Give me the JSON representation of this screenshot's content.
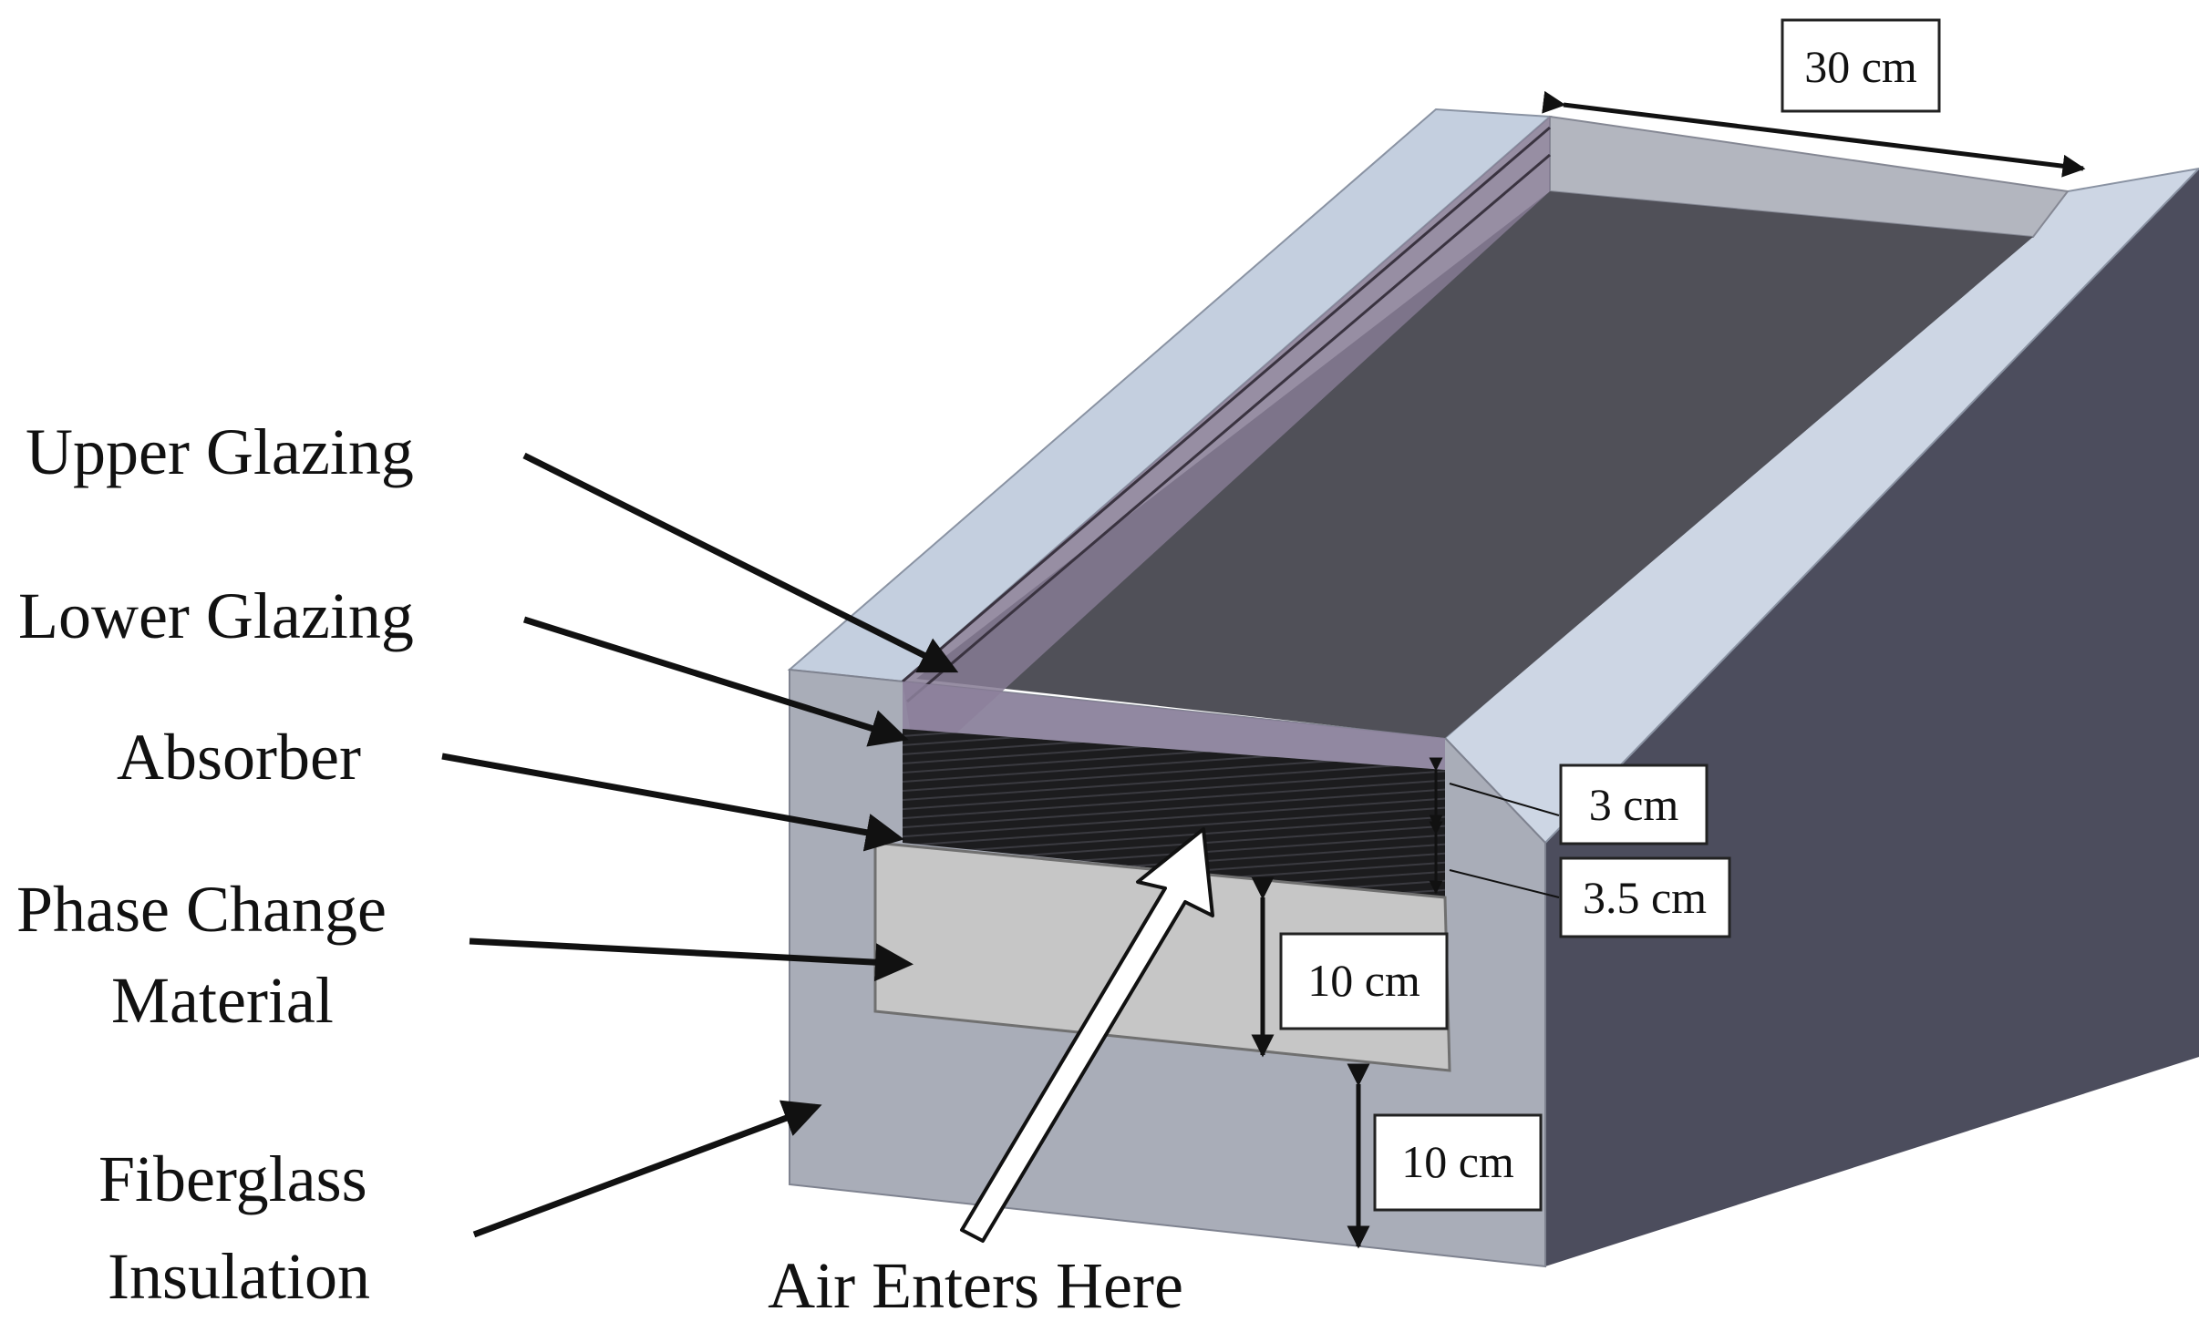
{
  "labels": {
    "upper_glazing": "Upper Glazing",
    "lower_glazing": "Lower Glazing",
    "absorber": "Absorber",
    "pcm_line1": "Phase Change",
    "pcm_line2": "Material",
    "fiberglass_line1": "Fiberglass",
    "fiberglass_line2": "Insulation",
    "air_entry": "Air Enters Here"
  },
  "dimensions": {
    "width": "30 cm",
    "air_gap": "3 cm",
    "absorber_gap": "3.5 cm",
    "pcm_depth": "10 cm",
    "insulation_depth": "10 cm"
  },
  "colors": {
    "insulation_front": "#a9adb8",
    "insulation_top": "#c9d3e2",
    "insulation_side": "#4c4d5d",
    "glazing": "#857a93",
    "absorber": "#1c1c1e",
    "pcm": "#c6c6c6",
    "channel_floor": "#505058"
  }
}
